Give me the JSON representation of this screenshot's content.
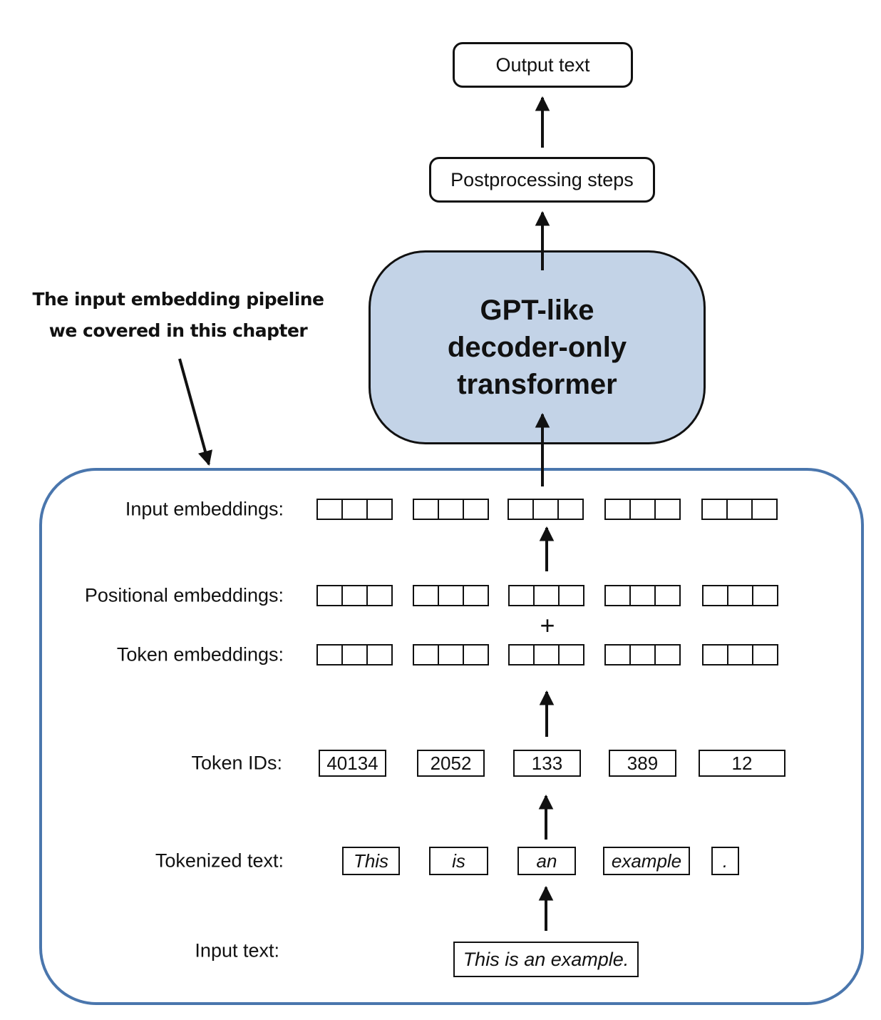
{
  "top": {
    "output_text": "Output text",
    "postprocessing": "Postprocessing steps"
  },
  "decoder": {
    "line1": "GPT-like",
    "line2": "decoder-only",
    "line3": "transformer",
    "fill_color": "#c3d3e7"
  },
  "annotation": {
    "line1": "The input embedding pipeline",
    "line2": "we covered in this chapter"
  },
  "pipeline": {
    "border_color": "#4a76ad",
    "labels": {
      "input_embeddings": "Input embeddings:",
      "positional_embeddings": "Positional embeddings:",
      "token_embeddings": "Token embeddings:",
      "token_ids": "Token IDs:",
      "tokenized_text": "Tokenized text:",
      "input_text": "Input text:"
    },
    "plus": "+",
    "token_ids": [
      "40134",
      "2052",
      "133",
      "389",
      "12"
    ],
    "tokens": [
      "This",
      "is",
      "an",
      "example",
      "."
    ],
    "input_text": "This is an example.",
    "embedding_dims_per_token": 3
  }
}
